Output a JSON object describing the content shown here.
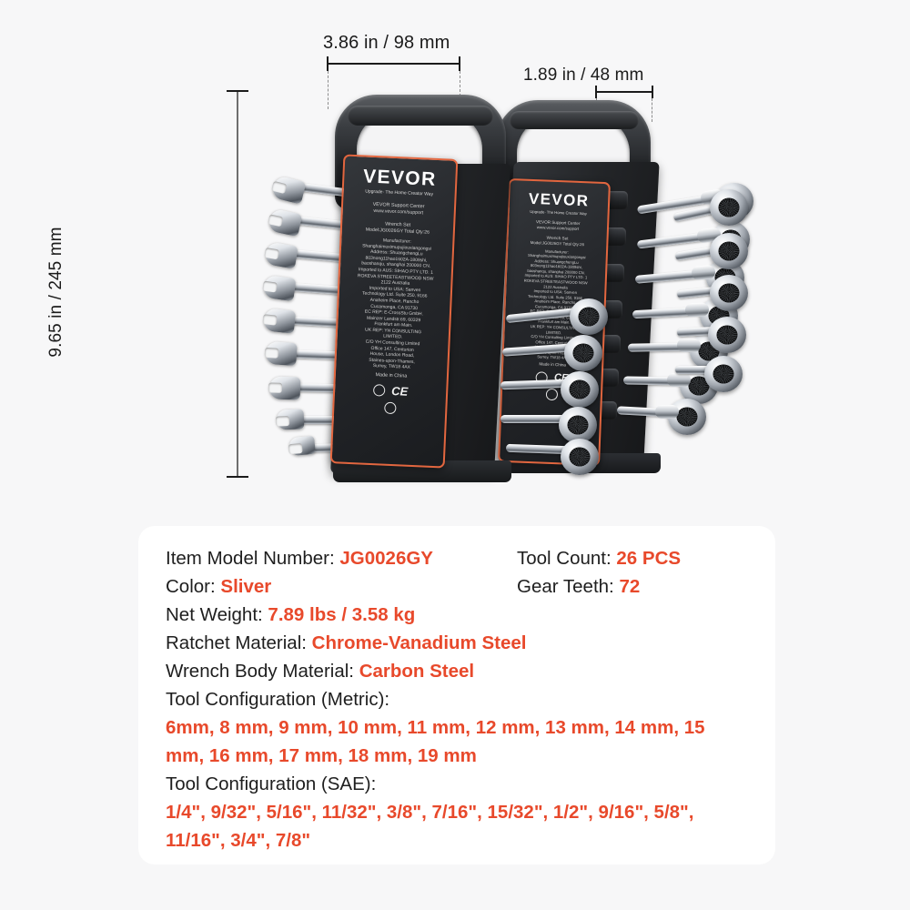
{
  "dimensions": {
    "width_top": "3.86 in / 98 mm",
    "width_right": "1.89 in / 48 mm",
    "height_left": "9.65 in / 245 mm"
  },
  "product": {
    "label_front": {
      "brand": "VEVOR",
      "tagline": "Upgrade· The Home Creator Way",
      "support_title": "VEVOR Support Center",
      "support_url": "www.vevor.com/support",
      "product_name": "Wrench Set",
      "model_line": "Model:JG0026GY     Total Qty:26",
      "manufacturer_head": "Manufacturer:",
      "manufacturer_name": "Shanghaimuximupujiouxiangongsi",
      "address_head": "Address: ShuangchengLu",
      "address_line1": "803nong11hao1602A-1809shi,",
      "address_line2": "baoshanqu, shanghai 200000 CN.",
      "import_au": "Imported to AUS: SIHAO PTY LTD. 1",
      "import_au2": "ROKEVA STREETEASTWOOD NSW",
      "import_au3": "2122 Australia",
      "import_us": "Imported to USA: Sanven",
      "import_us2": "Technology Ltd. Suite 250, 9166",
      "import_us3": "Anaheim Place, Rancho",
      "import_us4": "Cucamonga, CA 91730",
      "ec_rep": "EC REP: E-CrossStu GmbH.",
      "ec_rep2": "Mainzer Landstr.69, 60329",
      "ec_rep3": "Frankfurt am Main.",
      "uk_rep": "UK REP: YH CONSULTING",
      "uk_rep2": "LIMITED.",
      "uk_rep3": "C/O YH Consulting Limited",
      "uk_rep4": "Office 147, Centurion",
      "uk_rep5": "House, London Road,",
      "uk_rep6": "Staines-upon-Thames,",
      "uk_rep7": "Surrey, TW18 4AX",
      "made_in": "Made in China",
      "ce_mark": "CE"
    }
  },
  "spec": {
    "rows_left": [
      {
        "label": "Item Model Number: ",
        "value": "JG0026GY"
      },
      {
        "label": "Color: ",
        "value": "Sliver"
      },
      {
        "label": "Net Weight: ",
        "value": "7.89 lbs / 3.58 kg"
      },
      {
        "label": "Ratchet Material: ",
        "value": "Chrome-Vanadium Steel"
      },
      {
        "label": "Wrench Body Material: ",
        "value": "Carbon Steel"
      }
    ],
    "rows_right": [
      {
        "label": "Tool Count: ",
        "value": "26 PCS"
      },
      {
        "label": "Gear Teeth: ",
        "value": "72"
      }
    ],
    "metric_head": "Tool Configuration (Metric):",
    "metric_values": "6mm, 8 mm, 9 mm, 10 mm, 11 mm, 12 mm, 13 mm, 14 mm, 15 mm, 16 mm, 17 mm, 18 mm, 19 mm",
    "sae_head": "Tool Configuration (SAE):",
    "sae_values": "1/4\", 9/32\", 5/16\", 11/32\", 3/8\", 7/16\", 15/32\", 1/2\", 9/16\", 5/8\", 11/16\", 3/4\", 7/8\""
  },
  "colors": {
    "accent": "#e8492b",
    "text": "#1e1e1e",
    "background": "#f7f7f8",
    "card": "#ffffff",
    "label_border": "#e2663f"
  }
}
